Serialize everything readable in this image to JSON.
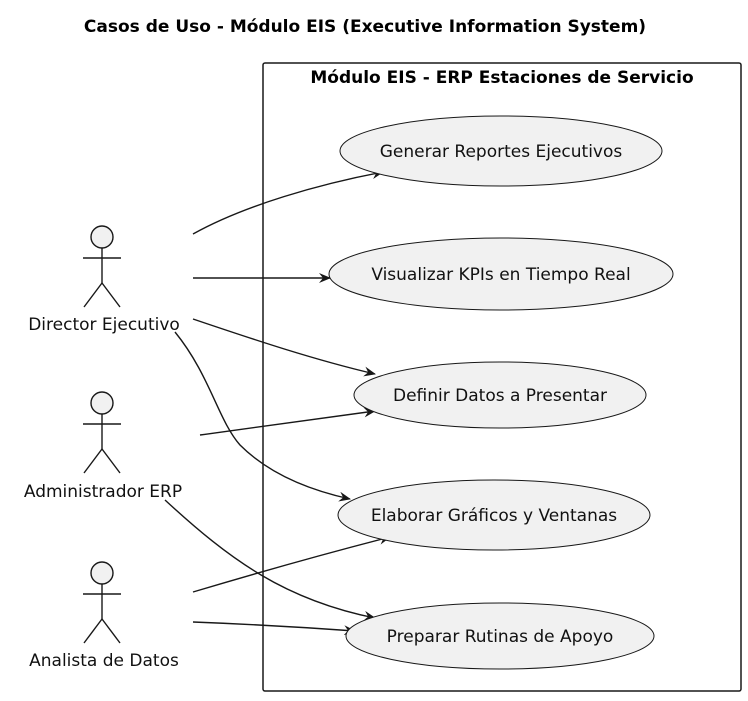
{
  "title": "Casos de Uso - Módulo EIS (Executive Information System)",
  "system_boundary": {
    "label": "Módulo EIS - ERP Estaciones de Servicio"
  },
  "actors": [
    {
      "id": "director",
      "label": "Director Ejecutivo"
    },
    {
      "id": "admin",
      "label": "Administrador ERP"
    },
    {
      "id": "analista",
      "label": "Analista de Datos"
    }
  ],
  "use_cases": [
    {
      "id": "reportes",
      "label": "Generar Reportes Ejecutivos"
    },
    {
      "id": "kpis",
      "label": "Visualizar KPIs en Tiempo Real"
    },
    {
      "id": "datos",
      "label": "Definir Datos a Presentar"
    },
    {
      "id": "graficos",
      "label": "Elaborar Gráficos y Ventanas"
    },
    {
      "id": "rutinas",
      "label": "Preparar Rutinas de Apoyo"
    }
  ],
  "associations": [
    {
      "from": "director",
      "to": "reportes"
    },
    {
      "from": "director",
      "to": "kpis"
    },
    {
      "from": "director",
      "to": "datos"
    },
    {
      "from": "director",
      "to": "graficos"
    },
    {
      "from": "admin",
      "to": "datos"
    },
    {
      "from": "admin",
      "to": "rutinas"
    },
    {
      "from": "analista",
      "to": "graficos"
    },
    {
      "from": "analista",
      "to": "rutinas"
    }
  ],
  "colors": {
    "use_case_fill": "#f1f1f1",
    "actor_fill": "#f1f1f1",
    "stroke": "#181818"
  }
}
